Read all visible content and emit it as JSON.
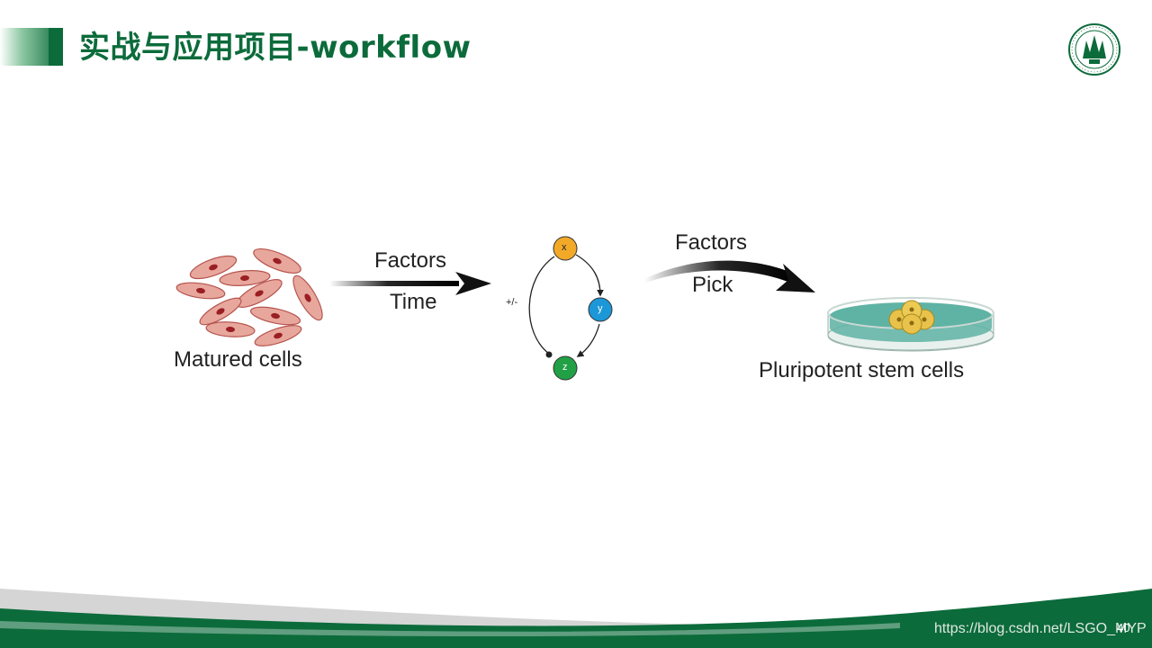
{
  "slide": {
    "title": "实战与应用项目-workflow",
    "page_number": "40"
  },
  "diagram": {
    "matured_label": "Matured cells",
    "arrow1_top": "Factors",
    "arrow1_bottom": "Time",
    "network_sign": "+/-",
    "node_x": "x",
    "node_y": "y",
    "node_z": "z",
    "arrow2_top": "Factors",
    "arrow2_bottom": "Pick",
    "stem_label": "Pluripotent stem cells"
  },
  "footer": {
    "watermark": "https://blog.csdn.net/LSGO_MYP"
  },
  "colors": {
    "brand_green": "#0c6b3b",
    "node_x": "#f2a928",
    "node_y": "#1c97d7",
    "node_z": "#22a046",
    "cell_fill": "#e8a79c",
    "nucleus": "#9a1f24",
    "dish_liquid": "#5fb3a4"
  }
}
